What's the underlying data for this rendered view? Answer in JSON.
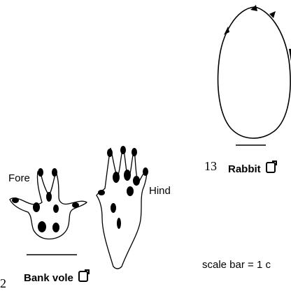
{
  "labels": {
    "fore": "Fore",
    "hind": "Hind",
    "bank_vole_number": "2",
    "bank_vole_name": "Bank vole",
    "rabbit_number": "13",
    "rabbit_name": "Rabbit",
    "scale_note": "scale bar = 1 c"
  },
  "icons": {
    "checkbox": "checkbox-icon"
  }
}
